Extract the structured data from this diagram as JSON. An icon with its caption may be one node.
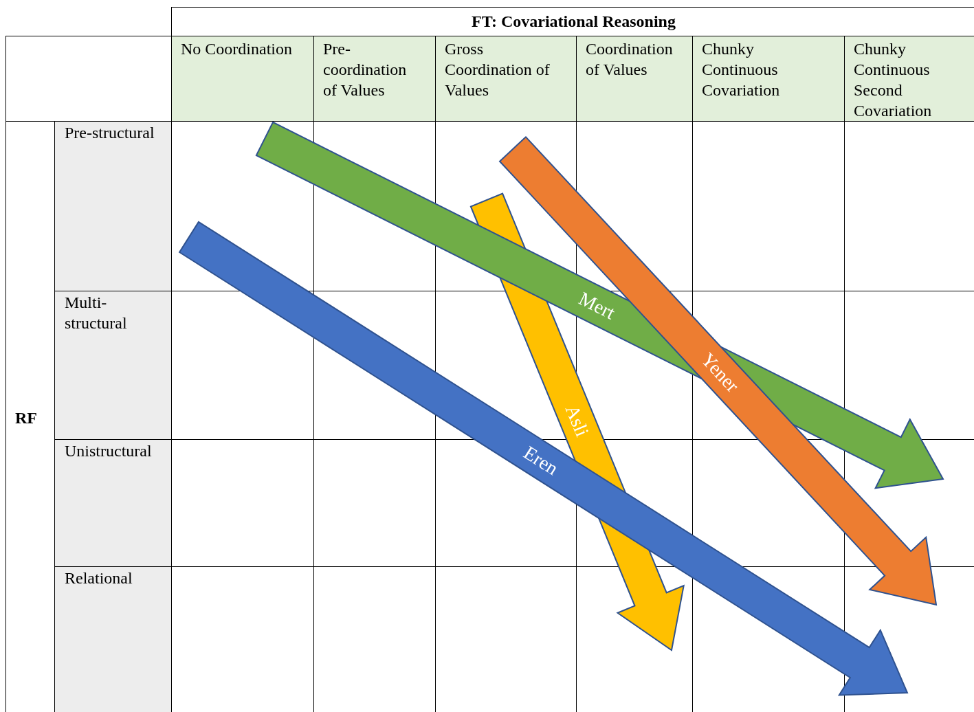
{
  "diagram": {
    "nodes": [
      {
        "text": [
          "Mert"
        ]
      },
      {
        "text": [
          "Yener"
        ]
      },
      {
        "text": [
          "Asli"
        ]
      },
      {
        "text": [
          "Eren"
        ]
      }
    ],
    "labels": [
      "FT: Covariational Reasoning",
      "No Coordination",
      "Pre-coordination of Values",
      "Gross Coordination of Values",
      "Coordination of Values",
      "Chunky Continuous Covariation",
      "Chunky Continuous Second Covariation",
      "RF",
      "Pre-structural",
      "Multi-structural",
      "Unistructural",
      "Relational"
    ]
  }
}
